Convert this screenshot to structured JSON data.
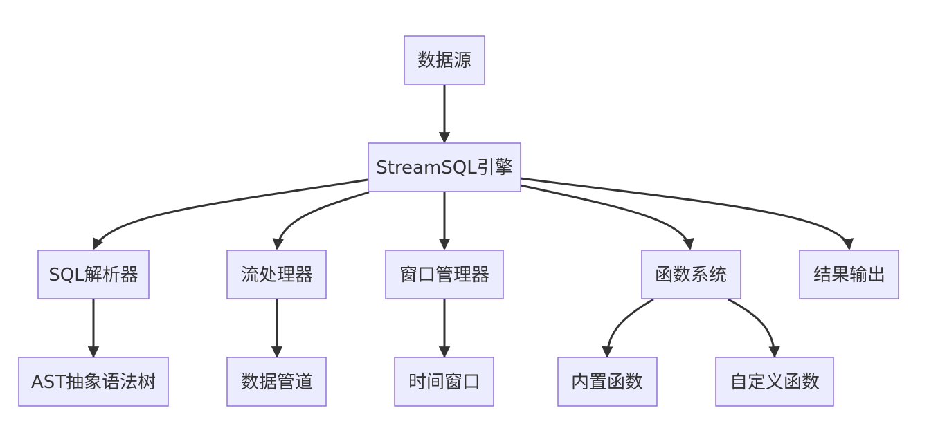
{
  "diagram": {
    "nodes": {
      "source": "数据源",
      "engine": "StreamSQL引擎",
      "sql_parser": "SQL解析器",
      "stream_processor": "流处理器",
      "window_manager": "窗口管理器",
      "function_system": "函数系统",
      "result_output": "结果输出",
      "ast": "AST抽象语法树",
      "data_pipeline": "数据管道",
      "time_window": "时间窗口",
      "builtin_functions": "内置函数",
      "custom_functions": "自定义函数"
    },
    "colors": {
      "node_fill": "#ECECFF",
      "node_border": "#9370DB",
      "edge": "#333333",
      "text": "#333333"
    }
  }
}
